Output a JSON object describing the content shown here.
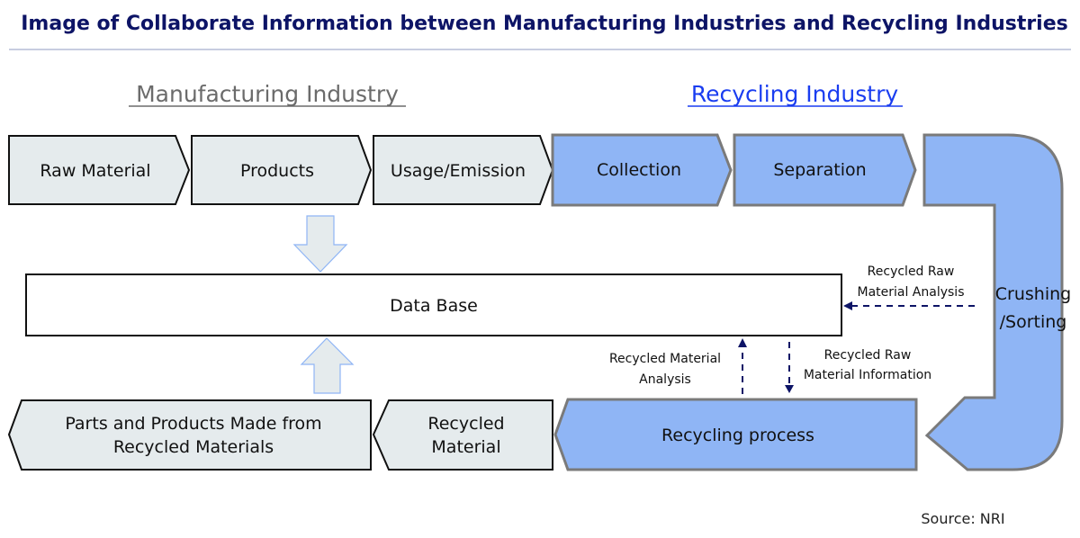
{
  "title": "Image of Collaborate Information between Manufacturing Industries and Recycling Industries",
  "sections": {
    "manufacturing": "Manufacturing Industry",
    "recycling": "Recycling Industry"
  },
  "colors": {
    "title": "#0d1466",
    "manufacturing_heading": "#6b6b6b",
    "recycling_heading": "#1a3df0",
    "manufacturing_fill": "#e5ebed",
    "recycling_fill": "#8fb5f5",
    "dashed_arrow": "#0d1466"
  },
  "top_row": [
    {
      "label": "Raw Material",
      "group": "manufacturing"
    },
    {
      "label": "Products",
      "group": "manufacturing"
    },
    {
      "label": "Usage/Emission",
      "group": "manufacturing"
    },
    {
      "label": "Collection",
      "group": "recycling"
    },
    {
      "label": "Separation",
      "group": "recycling"
    }
  ],
  "turn": {
    "line1": "Crushing",
    "line2": "/Sorting"
  },
  "database": "Data Base",
  "bottom_row": [
    {
      "line1": "Recycling process",
      "line2": "",
      "group": "recycling"
    },
    {
      "line1": "Recycled",
      "line2": "Material",
      "group": "manufacturing"
    },
    {
      "line1": "Parts and Products Made from",
      "line2": "Recycled Materials",
      "group": "manufacturing"
    }
  ],
  "annotations": {
    "raw_analysis": {
      "line1": "Recycled Raw",
      "line2": "Material Analysis"
    },
    "material_analysis": {
      "line1": "Recycled Material",
      "line2": "Analysis"
    },
    "raw_information": {
      "line1": "Recycled Raw",
      "line2": "Material Information"
    }
  },
  "source": "Source: NRI"
}
